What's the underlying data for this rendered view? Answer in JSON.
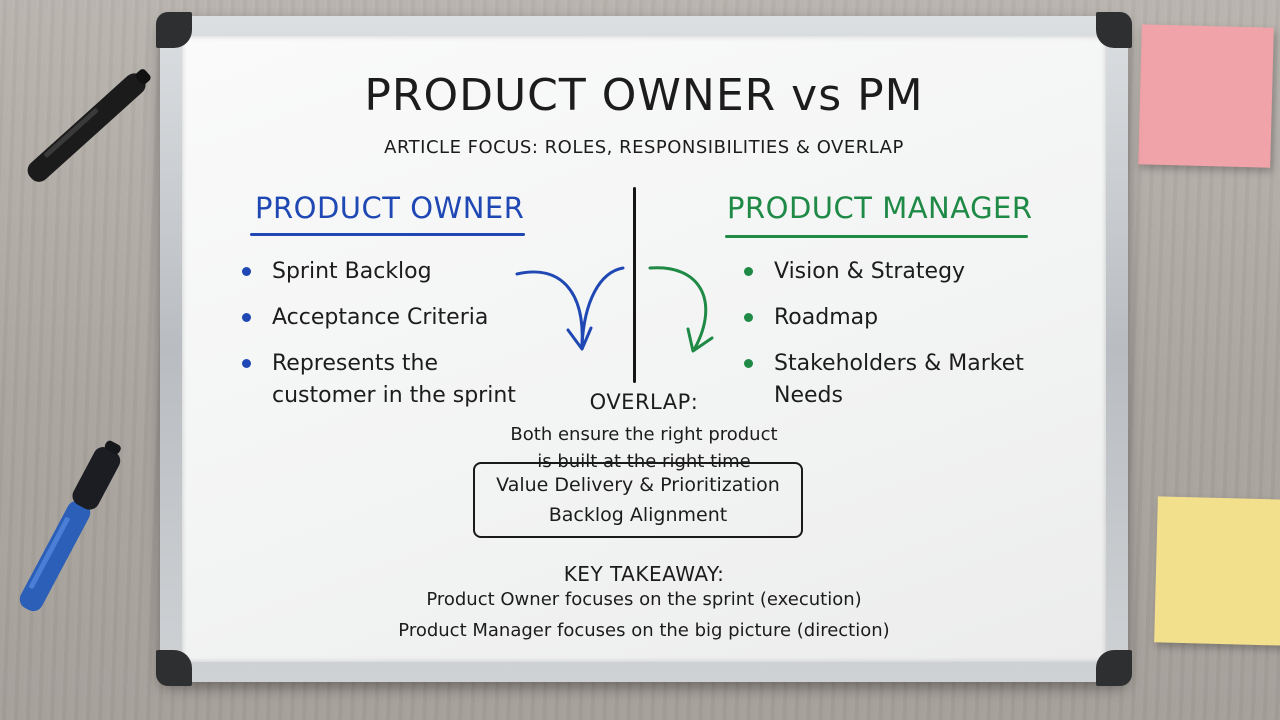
{
  "board": {
    "title": "PRODUCT OWNER vs PM",
    "subtitle": "ARTICLE FOCUS: ROLES, RESPONSIBILITIES & OVERLAP",
    "product_owner": {
      "heading": "PRODUCT OWNER",
      "color": "#1f48b4",
      "items": [
        "Sprint Backlog",
        "Acceptance Criteria",
        "Represents the customer in the sprint"
      ]
    },
    "product_manager": {
      "heading": "PRODUCT MANAGER",
      "color": "#1e8a45",
      "items": [
        "Vision & Strategy",
        "Roadmap",
        "Stakeholders & Market Needs"
      ]
    },
    "overlap": {
      "label": "OVERLAP:",
      "line1": "Both ensure the right product",
      "line2": "is built at the right time",
      "box_line1": "Value Delivery & Prioritization",
      "box_line2": "Backlog Alignment"
    },
    "takeaway": {
      "label": "KEY TAKEAWAY:",
      "line1": "Product Owner focuses on the sprint (execution)",
      "line2": "Product Manager focuses on the big picture (direction)"
    }
  },
  "props": {
    "marker_black_color": "#1b1b1b",
    "marker_blue_color": "#2b5fb8",
    "sticky_pink_color": "#f0a3a8",
    "sticky_yellow_color": "#f3e08d"
  }
}
